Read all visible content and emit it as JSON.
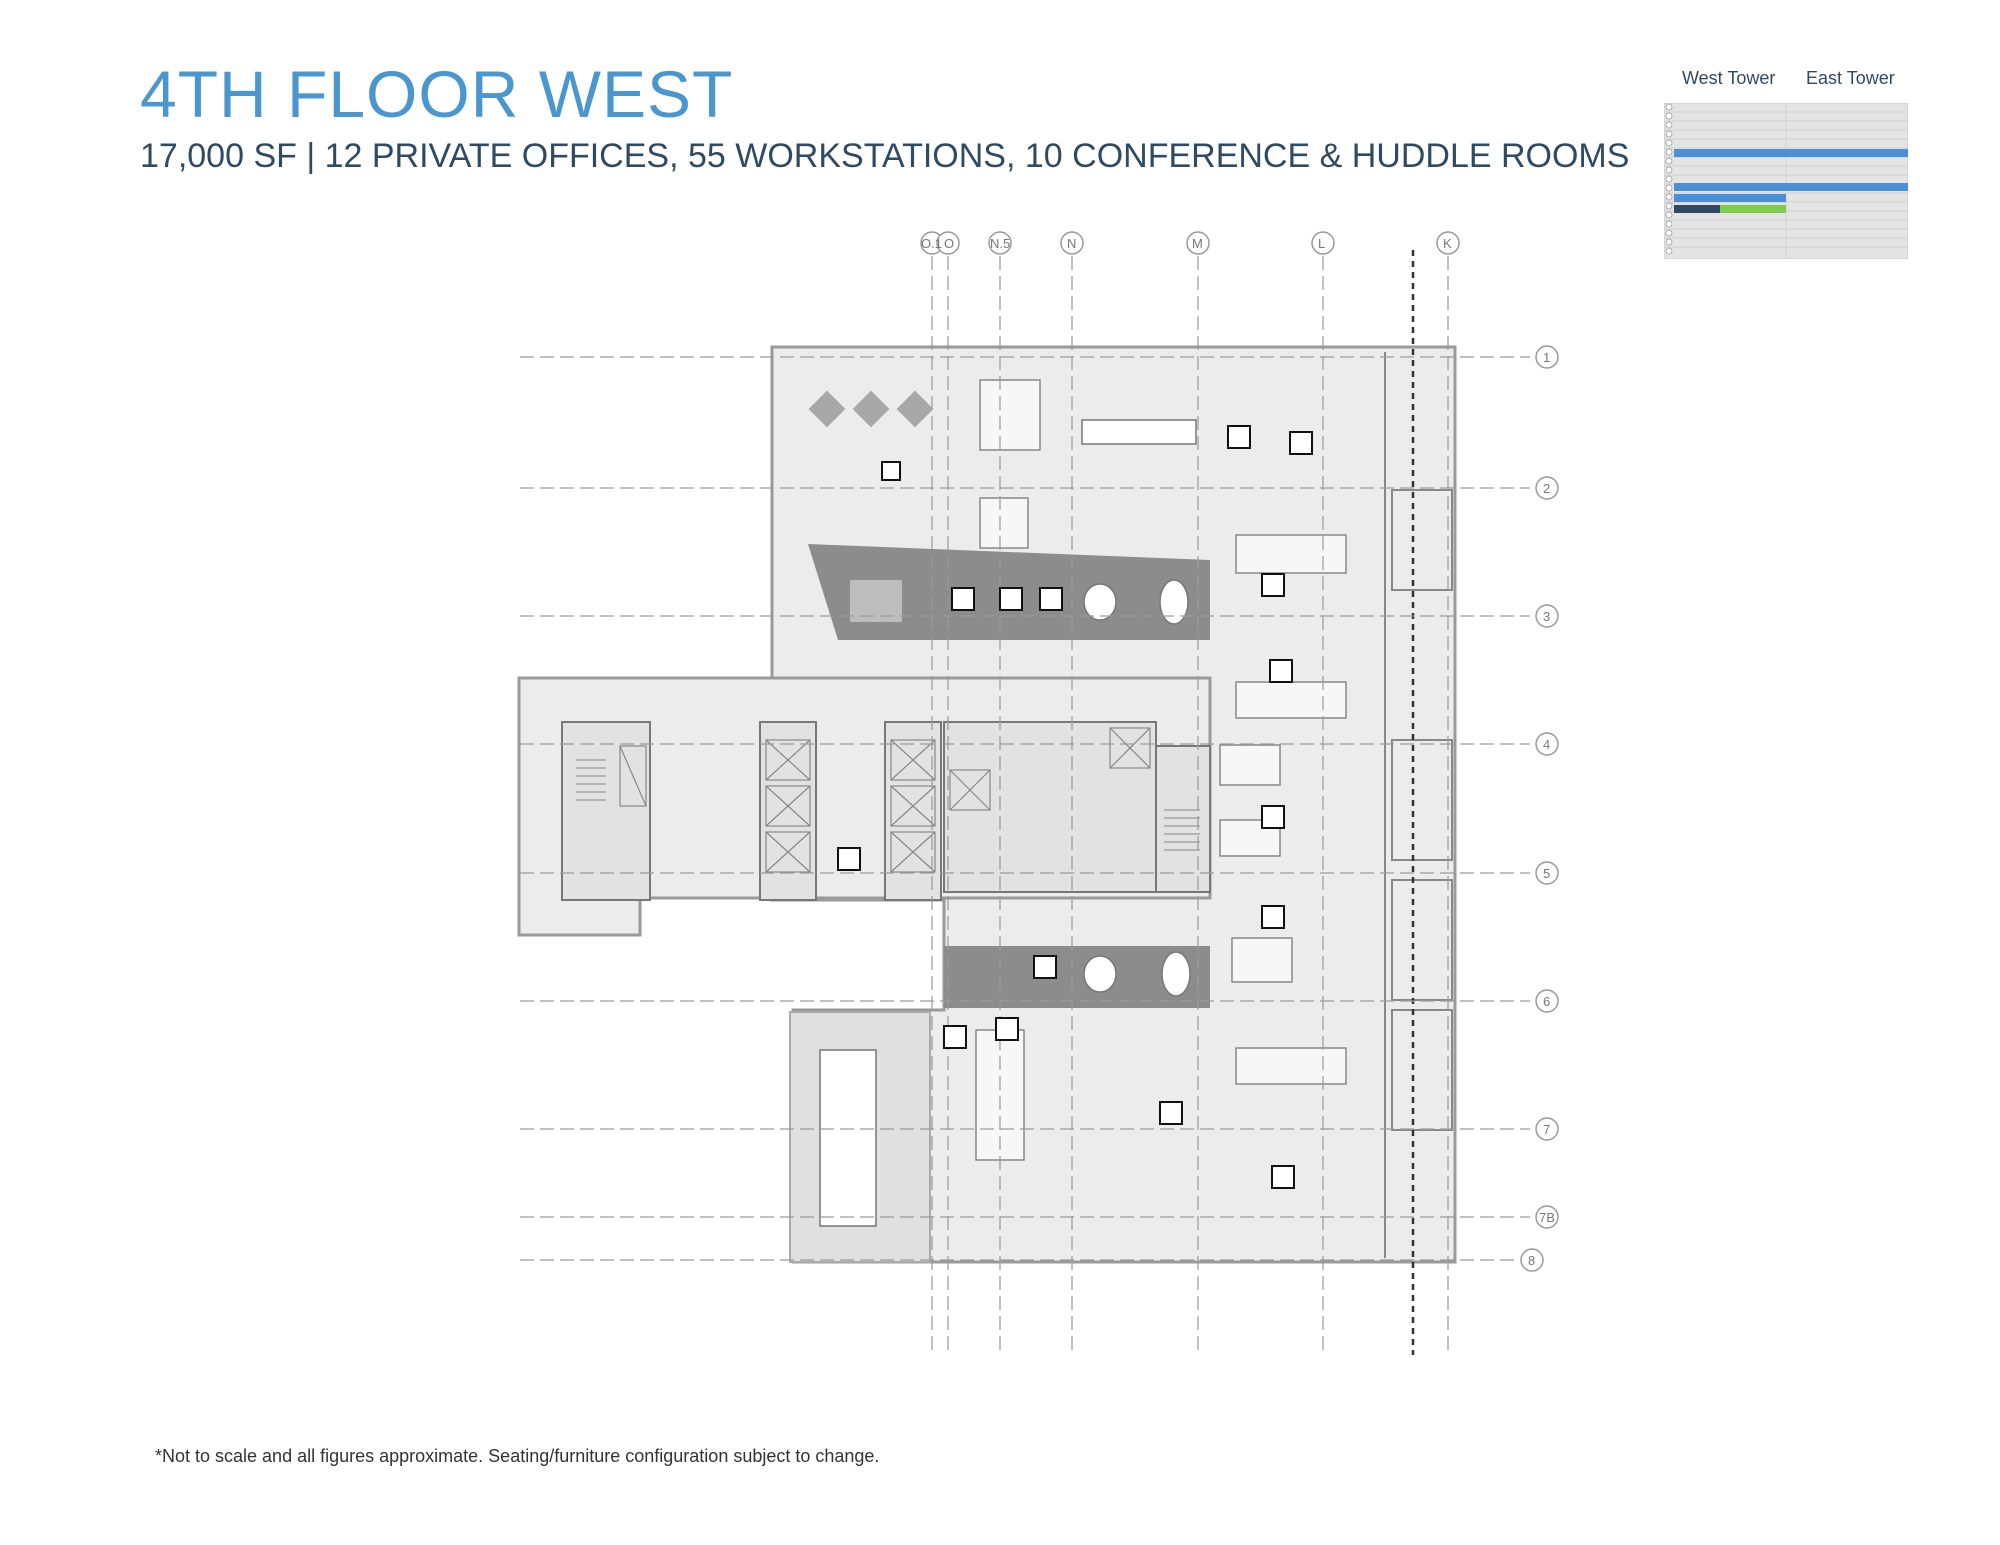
{
  "header": {
    "title": "4TH FLOOR WEST",
    "subtitle": "17,000 SF | 12 PRIVATE OFFICES, 55 WORKSTATIONS, 10 CONFERENCE & HUDDLE ROOMS"
  },
  "towers": {
    "west": "West Tower",
    "east": "East Tower"
  },
  "grid": {
    "columns": [
      "O.1",
      "O",
      "N.5",
      "N",
      "M",
      "L",
      "K"
    ],
    "rows": [
      "1",
      "2",
      "3",
      "4",
      "5",
      "6",
      "7",
      "7B",
      "8"
    ]
  },
  "footnote": "*Not to scale and all figures approximate. Seating/furniture configuration subject to change.",
  "colors": {
    "title": "#4a97cf",
    "subtitle": "#2f4b63",
    "highlight_blue": "#4a90d9",
    "highlight_green": "#7dcc4a",
    "plan_fill": "#e8e8e8",
    "plan_dark": "#8c8c8c"
  }
}
